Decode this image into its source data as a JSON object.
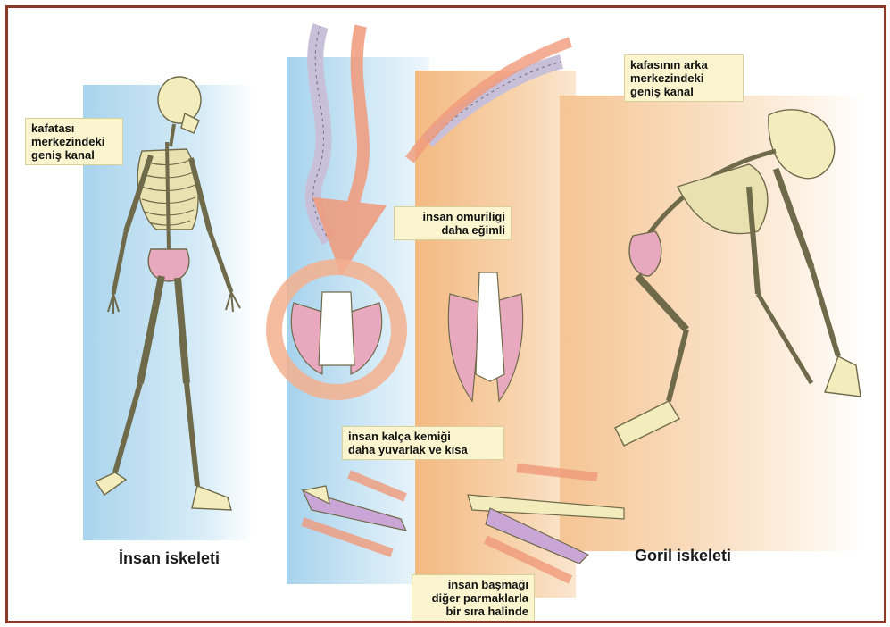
{
  "labels": {
    "human_skull_canal": "kafatası\nmerkezindeki\ngeniş kanal",
    "gorilla_skull_canal": "kafasının arka\nmerkezindeki\ngeniş kanal",
    "human_spine": "insan omuriligi\ndaha eğimli",
    "human_hip": "insan kalça kemiği\ndaha yuvarlak ve kısa",
    "human_big_toe": "insan başmağı\ndiğer parmaklarla\nbir sıra halinde"
  },
  "captions": {
    "human": "İnsan iskeleti",
    "gorilla": "Goril iskeleti"
  },
  "colors": {
    "frame": "#8b3a2a",
    "bone": "#f3ecbd",
    "bone_stroke": "#6f6a4a",
    "pelvis": "#e8a9bf",
    "arrow": "#f09a7a",
    "label_bg": "#fbf5cf"
  }
}
